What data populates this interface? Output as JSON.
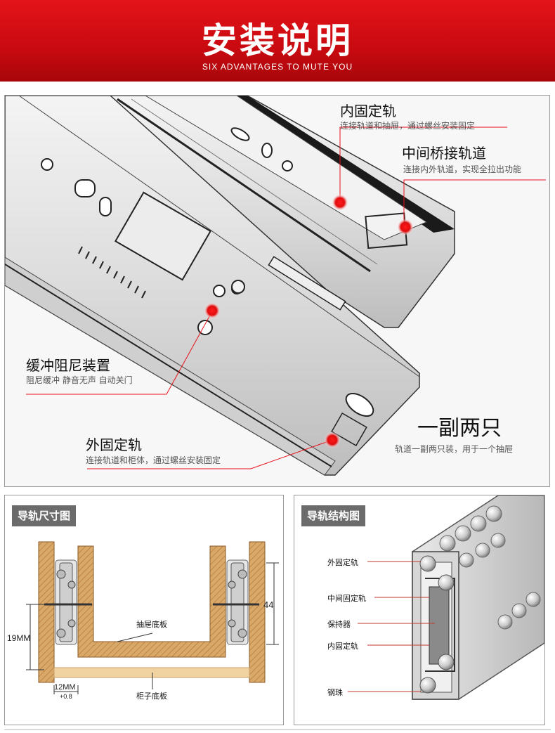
{
  "header": {
    "title": "安装说明",
    "subtitle": "SIX ADVANTAGES TO MUTE YOU",
    "bg_color": "#d40f15"
  },
  "callouts": {
    "inner_rail": {
      "title": "内固定轨",
      "desc": "连接轨道和抽屉，通过螺丝安装固定"
    },
    "middle_rail": {
      "title": "中间桥接轨道",
      "desc": "连接内外轨道，实现全拉出功能"
    },
    "damper": {
      "title": "缓冲阻尼装置",
      "desc": "阻尼缓冲 静音无声 自动关门"
    },
    "outer_rail": {
      "title": "外固定轨",
      "desc": "连接轨道和柜体，通过螺丝安装固定"
    },
    "pair": {
      "title": "一副两只",
      "desc": "轨道一副两只装，用于一个抽屉"
    },
    "accent_color": "#e8121a"
  },
  "dimension_panel": {
    "tag": "导轨尺寸图",
    "labels": {
      "height_44": "44",
      "height_19": "19MM",
      "width_12": "12MM",
      "tolerance": "+0.8",
      "drawer_bottom": "抽屉底板",
      "cabinet_bottom": "柜子底板"
    },
    "wood_color": "#d9a96a"
  },
  "structure_panel": {
    "tag": "导轨结构图",
    "labels": {
      "outer": "外固定轨",
      "middle": "中间固定轨",
      "holder": "保持器",
      "inner": "内固定轨",
      "ball": "钢珠"
    }
  }
}
